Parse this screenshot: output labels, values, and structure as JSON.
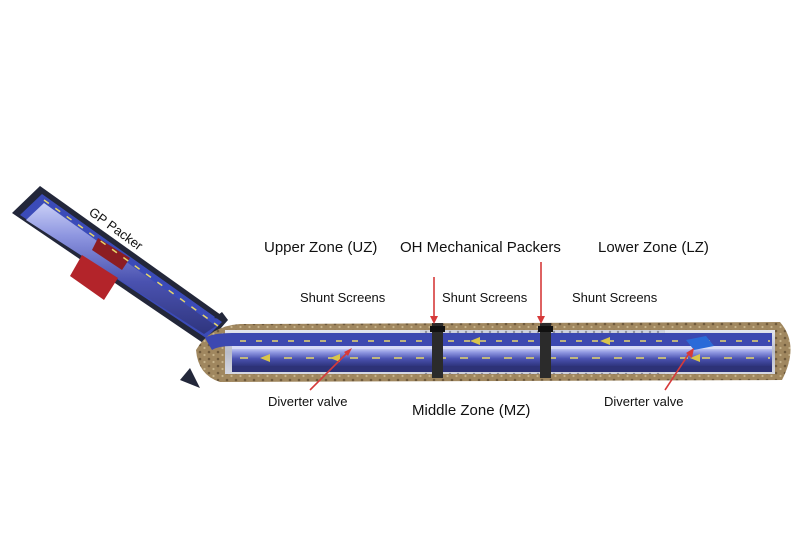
{
  "labels": {
    "gp_packer": "GP Packer",
    "upper_zone": "Upper Zone (UZ)",
    "oh_packers": "OH Mechanical Packers",
    "lower_zone": "Lower Zone (LZ)",
    "shunt_screens_left": "Shunt Screens",
    "shunt_screens_mid": "Shunt Screens",
    "shunt_screens_right": "Shunt Screens",
    "diverter_left": "Diverter valve",
    "middle_zone": "Middle Zone (MZ)",
    "diverter_right": "Diverter valve"
  },
  "colors": {
    "formation": "#9b8360",
    "gravel": "#c9cbd6",
    "casing": "#2a2e3d",
    "pipe": "#5058b8",
    "pipe_highlight": "#aab2ee",
    "flow_arrow": "#d9c54a",
    "packer": "#2b2b2b",
    "pointer": "#d63a3a"
  },
  "icons": [
    "flow-arrow-icon",
    "pointer-arrow-icon",
    "packer-element-icon"
  ]
}
